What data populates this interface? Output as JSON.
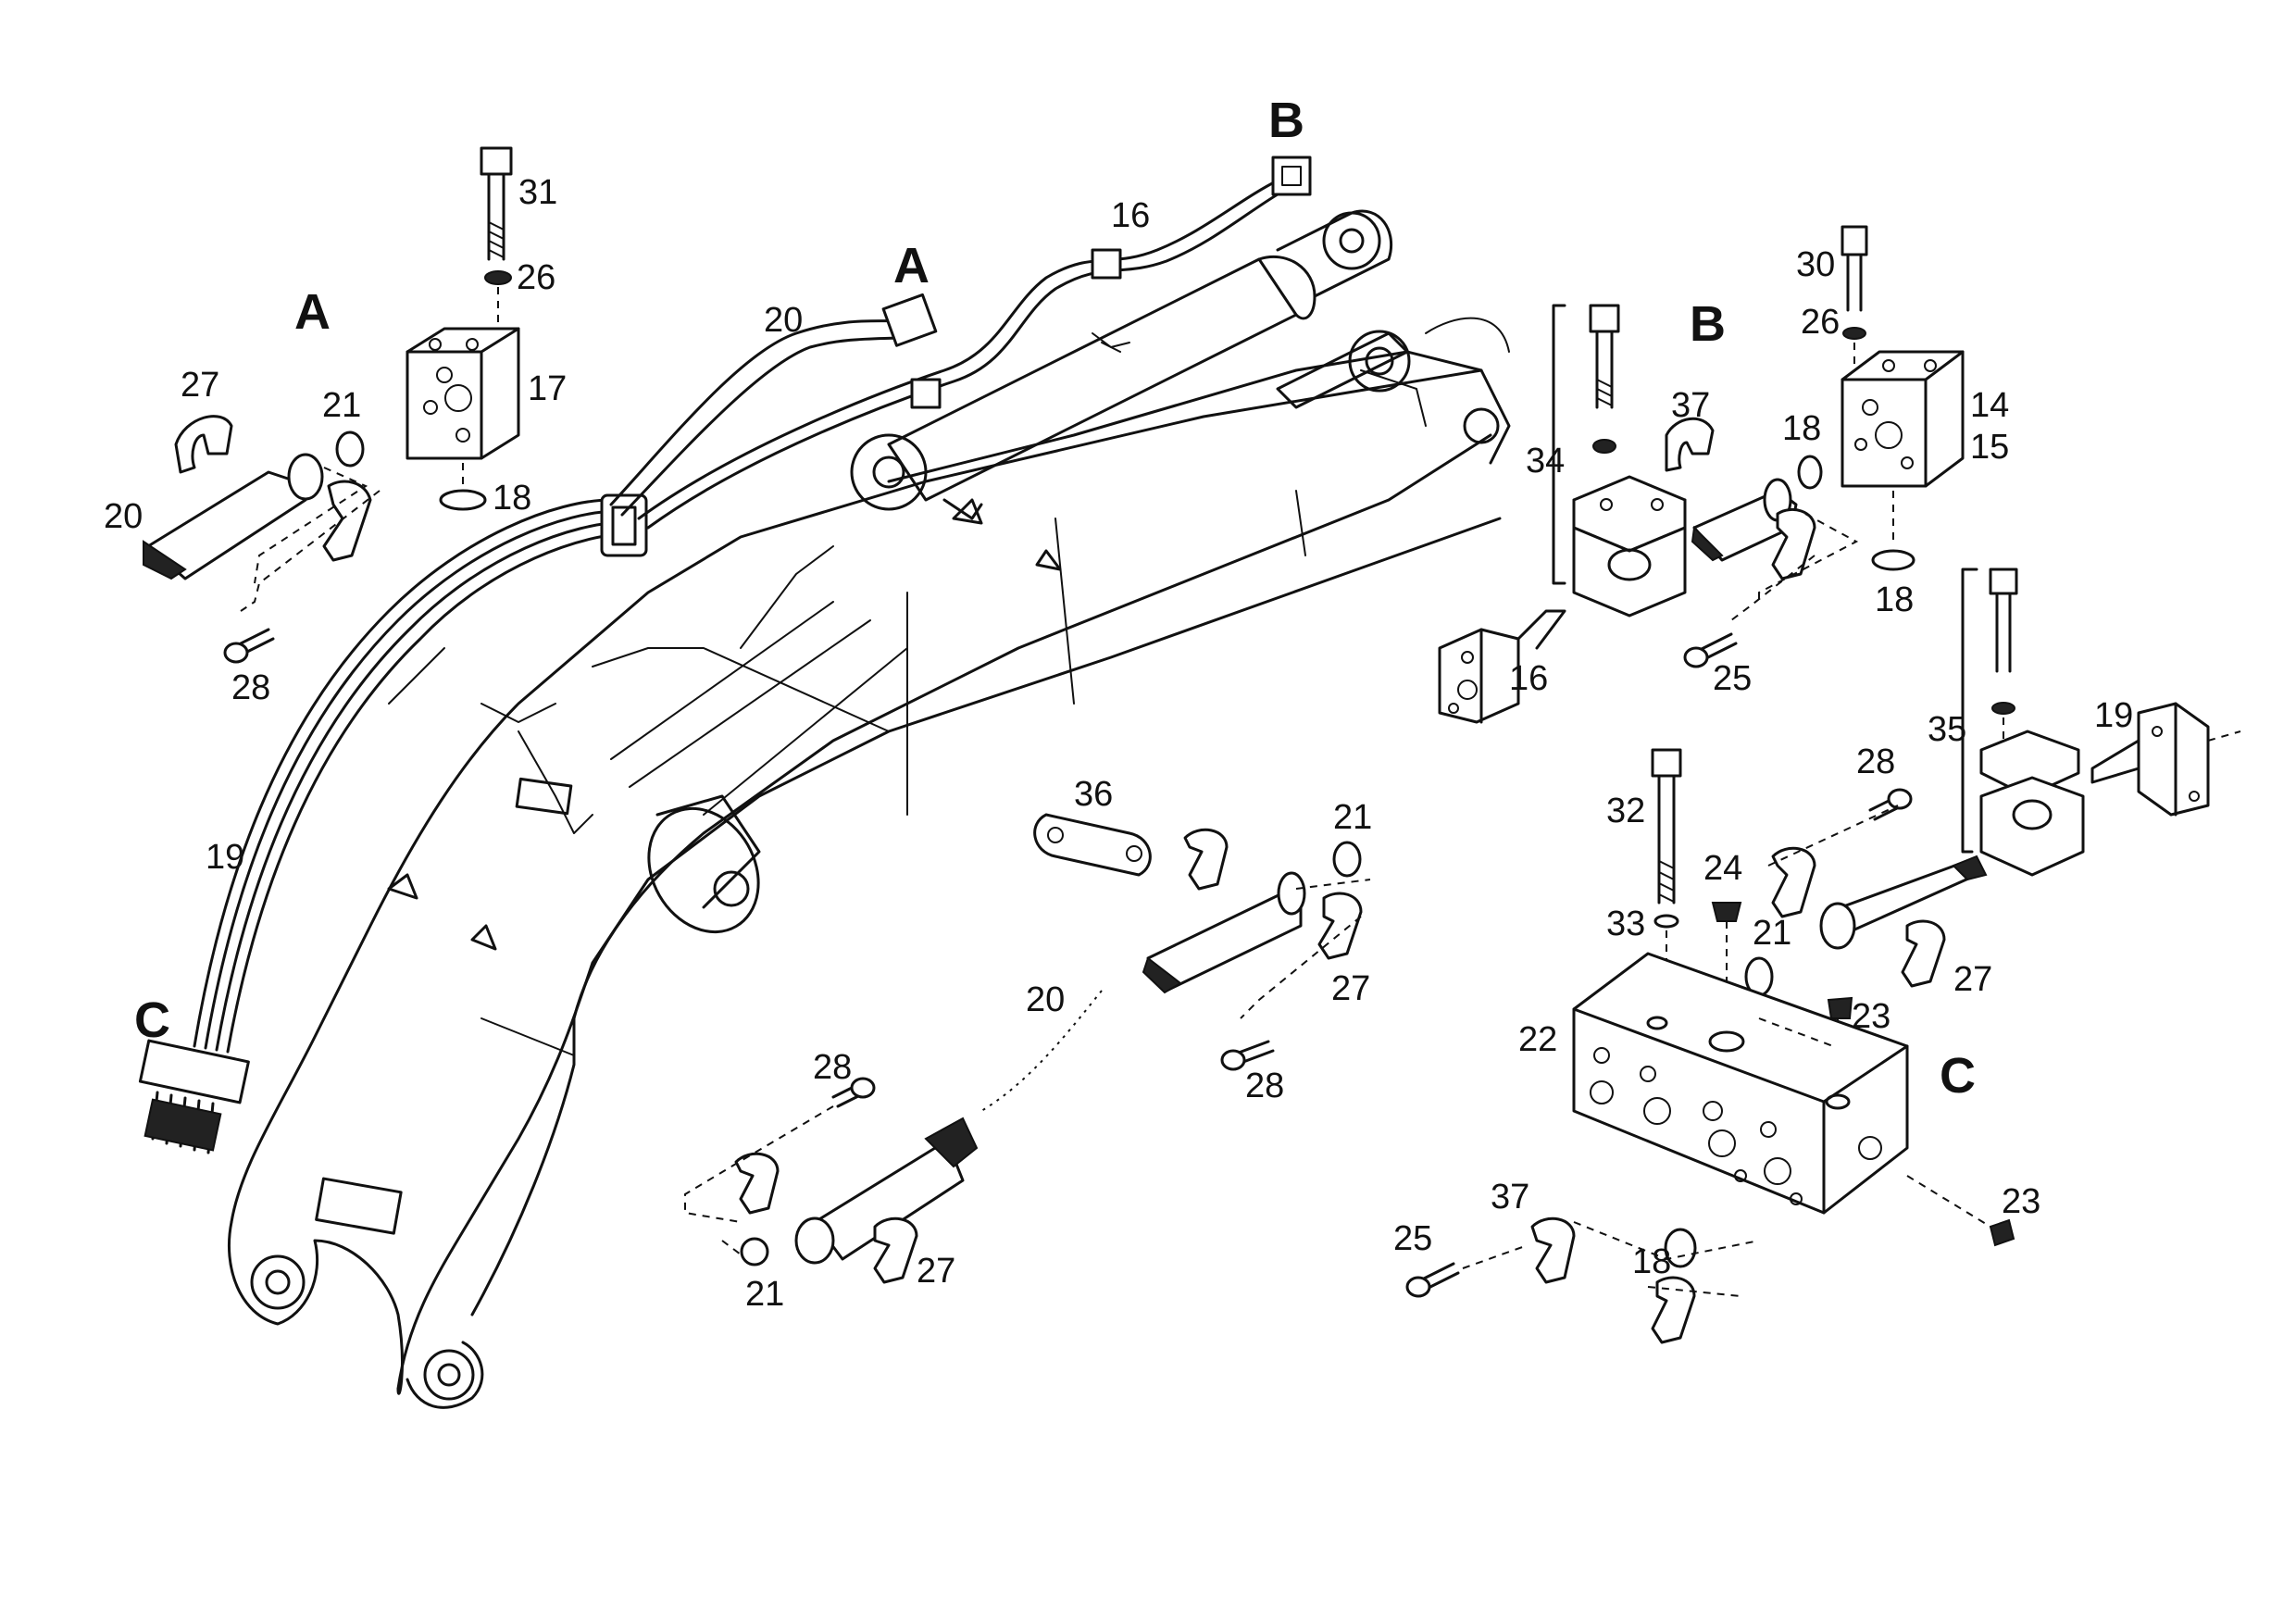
{
  "section_labels": {
    "a_left": "A",
    "a_top": "A",
    "b_top": "B",
    "b_right": "B",
    "c_left": "C",
    "c_right": "C"
  },
  "callouts": {
    "c31": "31",
    "c26a": "26",
    "c17": "17",
    "c21a": "21",
    "c27a": "27",
    "c20a": "20",
    "c18a": "18",
    "c28a": "28",
    "c20b": "20",
    "c16a": "16",
    "c19a": "19",
    "c30": "30",
    "c26b": "26",
    "c14": "14",
    "c15": "15",
    "c18b": "18",
    "c18c": "18",
    "c37a": "37",
    "c34": "34",
    "c16b": "16",
    "c25a": "25",
    "c35": "35",
    "c19b": "19",
    "c28b": "28",
    "c32": "32",
    "c24": "24",
    "c33": "33",
    "c21b": "21",
    "c27b": "27",
    "c23a": "23",
    "c22": "22",
    "c23b": "23",
    "c37b": "37",
    "c25b": "25",
    "c18d": "18",
    "c36": "36",
    "c21c": "21",
    "c20c": "20",
    "c27c": "27",
    "c28c": "28",
    "c28d": "28",
    "c21d": "21",
    "c27d": "27"
  }
}
